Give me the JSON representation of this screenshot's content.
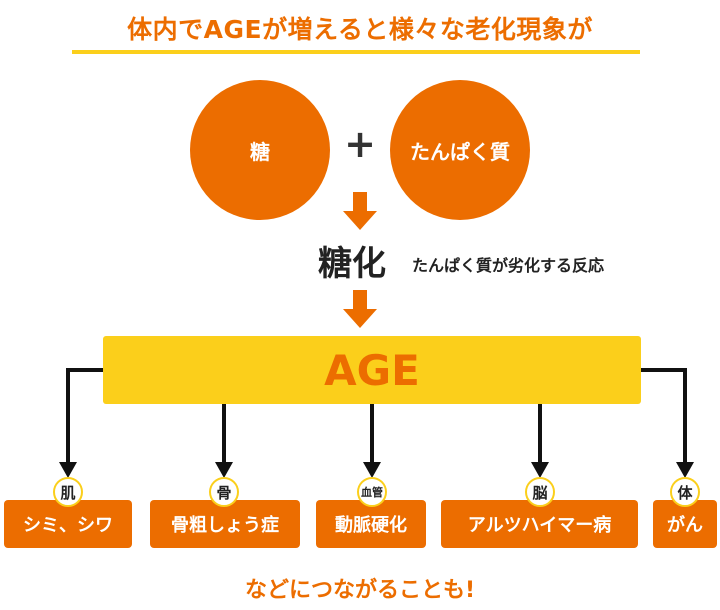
{
  "colors": {
    "orange": "#ec6d00",
    "yellow": "#fbcf1b",
    "line": "#111111"
  },
  "title": "体内でAGEが増えると様々な老化現象が",
  "inputs": {
    "sugar": "糖",
    "plus": "+",
    "protein": "たんぱく質"
  },
  "glycation": {
    "label": "糖化",
    "description": "たんぱく質が劣化する反応"
  },
  "age_label": "AGE",
  "effects": [
    {
      "badge": "肌",
      "label": "シミ、シワ"
    },
    {
      "badge": "骨",
      "label": "骨粗しょう症"
    },
    {
      "badge": "血管",
      "label": "動脈硬化"
    },
    {
      "badge": "脳",
      "label": "アルツハイマー病"
    },
    {
      "badge": "体",
      "label": "がん"
    }
  ],
  "footer": "などにつながることも!"
}
